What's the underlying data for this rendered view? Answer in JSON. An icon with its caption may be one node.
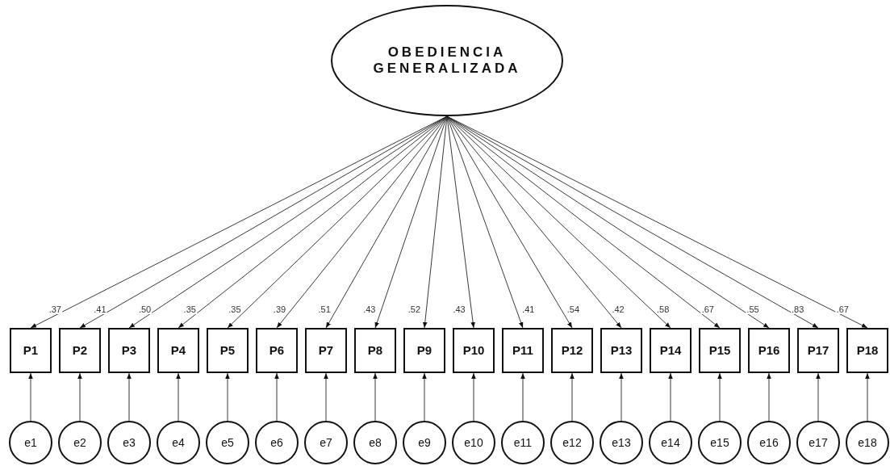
{
  "diagram": {
    "nodes": [
      {
        "text": [
          "OBEDIENCIA GENERALIZADA"
        ]
      },
      {
        "text": [
          "P1"
        ]
      },
      {
        "text": [
          "P2"
        ]
      },
      {
        "text": [
          "P3"
        ]
      },
      {
        "text": [
          "P4"
        ]
      },
      {
        "text": [
          "P5"
        ]
      },
      {
        "text": [
          "P6"
        ]
      },
      {
        "text": [
          "P7"
        ]
      },
      {
        "text": [
          "P8"
        ]
      },
      {
        "text": [
          "P9"
        ]
      },
      {
        "text": [
          "P10"
        ]
      },
      {
        "text": [
          "P11"
        ]
      },
      {
        "text": [
          "P12"
        ]
      },
      {
        "text": [
          "P13"
        ]
      },
      {
        "text": [
          "P14"
        ]
      },
      {
        "text": [
          "P15"
        ]
      },
      {
        "text": [
          "P16"
        ]
      },
      {
        "text": [
          "P17"
        ]
      },
      {
        "text": [
          "P18"
        ]
      },
      {
        "text": [
          "e1"
        ]
      },
      {
        "text": [
          "e2"
        ]
      },
      {
        "text": [
          "e3"
        ]
      },
      {
        "text": [
          "e4"
        ]
      },
      {
        "text": [
          "e5"
        ]
      },
      {
        "text": [
          "e6"
        ]
      },
      {
        "text": [
          "e7"
        ]
      },
      {
        "text": [
          "e8"
        ]
      },
      {
        "text": [
          "e9"
        ]
      },
      {
        "text": [
          "e10"
        ]
      },
      {
        "text": [
          "e11"
        ]
      },
      {
        "text": [
          "e12"
        ]
      },
      {
        "text": [
          "e13"
        ]
      },
      {
        "text": [
          "e14"
        ]
      },
      {
        "text": [
          "e15"
        ]
      },
      {
        "text": [
          "e16"
        ]
      },
      {
        "text": [
          "e17"
        ]
      },
      {
        "text": [
          "e18"
        ]
      }
    ],
    "edges": [
      {
        "from": 0,
        "to": 1,
        "arrow": "to",
        "label": ".37"
      },
      {
        "from": 0,
        "to": 2,
        "arrow": "to",
        "label": ".41"
      },
      {
        "from": 0,
        "to": 3,
        "arrow": "to",
        "label": ".50"
      },
      {
        "from": 0,
        "to": 4,
        "arrow": "to",
        "label": ".35"
      },
      {
        "from": 0,
        "to": 5,
        "arrow": "to",
        "label": ".35"
      },
      {
        "from": 0,
        "to": 6,
        "arrow": "to",
        "label": ".39"
      },
      {
        "from": 0,
        "to": 7,
        "arrow": "to",
        "label": ".51"
      },
      {
        "from": 0,
        "to": 8,
        "arrow": "to",
        "label": ".43"
      },
      {
        "from": 0,
        "to": 9,
        "arrow": "to",
        "label": ".52"
      },
      {
        "from": 0,
        "to": 10,
        "arrow": "to",
        "label": ".43"
      },
      {
        "from": 0,
        "to": 11,
        "arrow": "to",
        "label": ".41"
      },
      {
        "from": 0,
        "to": 12,
        "arrow": "to",
        "label": ".54"
      },
      {
        "from": 0,
        "to": 13,
        "arrow": "to",
        "label": ".42"
      },
      {
        "from": 0,
        "to": 14,
        "arrow": "to",
        "label": ".58"
      },
      {
        "from": 0,
        "to": 15,
        "arrow": "to",
        "label": ".67"
      },
      {
        "from": 0,
        "to": 16,
        "arrow": "to",
        "label": ".55"
      },
      {
        "from": 0,
        "to": 17,
        "arrow": "to",
        "label": ".83"
      },
      {
        "from": 0,
        "to": 18,
        "arrow": "to",
        "label": ".67"
      },
      {
        "from": 19,
        "to": 1,
        "arrow": "to"
      },
      {
        "from": 20,
        "to": 2,
        "arrow": "to"
      },
      {
        "from": 21,
        "to": 3,
        "arrow": "to"
      },
      {
        "from": 22,
        "to": 4,
        "arrow": "to"
      },
      {
        "from": 23,
        "to": 5,
        "arrow": "to"
      },
      {
        "from": 24,
        "to": 6,
        "arrow": "to"
      },
      {
        "from": 25,
        "to": 7,
        "arrow": "to"
      },
      {
        "from": 26,
        "to": 8,
        "arrow": "to"
      },
      {
        "from": 27,
        "to": 9,
        "arrow": "to"
      },
      {
        "from": 28,
        "to": 10,
        "arrow": "to"
      },
      {
        "from": 29,
        "to": 11,
        "arrow": "to"
      },
      {
        "from": 30,
        "to": 12,
        "arrow": "to"
      },
      {
        "from": 31,
        "to": 13,
        "arrow": "to"
      },
      {
        "from": 32,
        "to": 14,
        "arrow": "to"
      },
      {
        "from": 33,
        "to": 15,
        "arrow": "to"
      },
      {
        "from": 34,
        "to": 16,
        "arrow": "to"
      },
      {
        "from": 35,
        "to": 17,
        "arrow": "to"
      },
      {
        "from": 36,
        "to": 18,
        "arrow": "to"
      }
    ]
  }
}
